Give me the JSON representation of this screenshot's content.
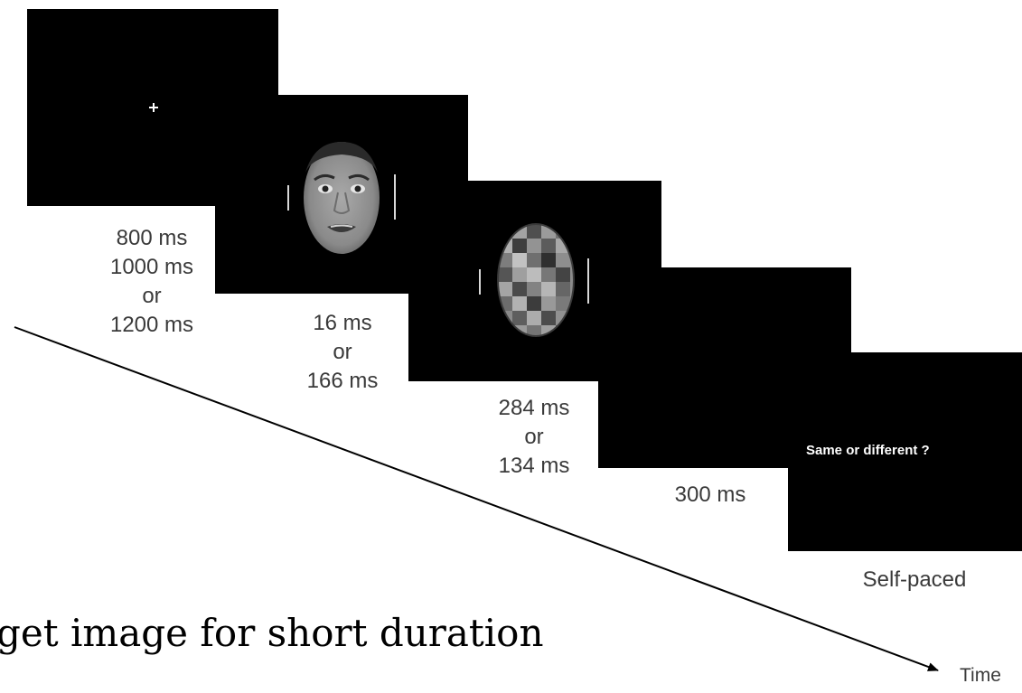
{
  "frames": [
    {
      "durations": [
        "800 ms",
        "1000 ms",
        "or",
        "1200 ms"
      ]
    },
    {
      "durations": [
        "16 ms",
        "or",
        "166 ms"
      ]
    },
    {
      "durations": [
        "284 ms",
        "or",
        "134 ms"
      ]
    },
    {
      "durations": [
        "300 ms"
      ]
    },
    {
      "durations": [
        "Self-paced"
      ],
      "question": "Same or different ?"
    }
  ],
  "axis": {
    "label": "Time"
  },
  "caption": "get image for short duration",
  "colors": {
    "screen": "#000000",
    "text": "#3a3a3a",
    "background": "#ffffff"
  }
}
